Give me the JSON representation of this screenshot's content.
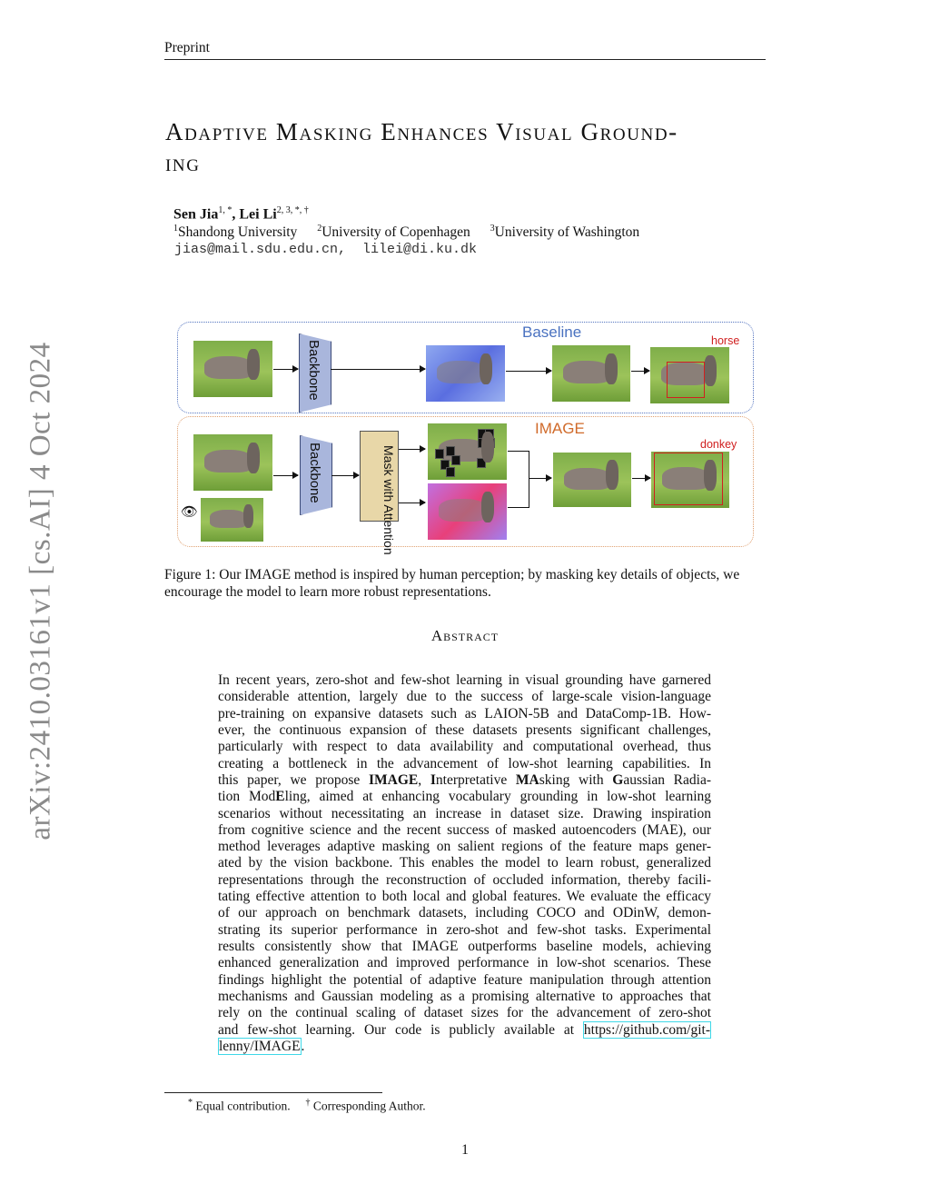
{
  "header": "Preprint",
  "arxiv_id": "arXiv:2410.03161v1  [cs.AI]  4 Oct 2024",
  "title": {
    "line1": "Adaptive Masking Enhances Visual Ground-",
    "line2": "ing"
  },
  "authors": [
    {
      "name": "Sen Jia",
      "sup": "1, *"
    },
    {
      "name": "Lei Li",
      "sup": "2, 3, *, †"
    }
  ],
  "affiliations": [
    {
      "sup": "1",
      "name": "Shandong University"
    },
    {
      "sup": "2",
      "name": "University of Copenhagen"
    },
    {
      "sup": "3",
      "name": "University of Washington"
    }
  ],
  "emails": "jias@mail.sdu.edu.cn,  lilei@di.ku.dk",
  "figure": {
    "baseline_label": "Baseline",
    "image_label": "IMAGE",
    "backbone": "Backbone",
    "mask_attention": "Mask with Attention",
    "pred_baseline": "horse",
    "pred_image": "donkey",
    "eye_icon": "👁",
    "colors": {
      "baseline": "#4a72c0",
      "image": "#d06a2a",
      "pred": "#d02020"
    }
  },
  "caption": "Figure 1: Our IMAGE method is inspired by human perception; by masking key details of objects, we encourage the model to learn more robust representations.",
  "abstract_heading": "Abstract",
  "abstract_lines": [
    [
      {
        "t": "In recent years, zero-shot and few-shot learning in visual grounding have garnered"
      }
    ],
    [
      {
        "t": "considerable attention, largely due to the success of large-scale vision-language"
      }
    ],
    [
      {
        "t": "pre-training on expansive datasets such as LAION-5B and DataComp-1B. How-"
      }
    ],
    [
      {
        "t": "ever, the continuous expansion of these datasets presents significant challenges,"
      }
    ],
    [
      {
        "t": "particularly with respect to data availability and computational overhead, thus"
      }
    ],
    [
      {
        "t": "creating a bottleneck in the advancement of low-shot learning capabilities.  In"
      }
    ],
    [
      {
        "t": "this paper, we propose "
      },
      {
        "t": "IMAGE",
        "b": true
      },
      {
        "t": ", "
      },
      {
        "t": "I",
        "b": true
      },
      {
        "t": "nterpretative "
      },
      {
        "t": "MA",
        "b": true
      },
      {
        "t": "sking with "
      },
      {
        "t": "G",
        "b": true
      },
      {
        "t": "aussian Radia-"
      }
    ],
    [
      {
        "t": "tion Mod"
      },
      {
        "t": "E",
        "b": true
      },
      {
        "t": "ling, aimed at enhancing vocabulary grounding in low-shot learning"
      }
    ],
    [
      {
        "t": "scenarios without necessitating an increase in dataset size.  Drawing inspiration"
      }
    ],
    [
      {
        "t": "from cognitive science and the recent success of masked autoencoders (MAE), our"
      }
    ],
    [
      {
        "t": "method leverages adaptive masking on salient regions of the feature maps gener-"
      }
    ],
    [
      {
        "t": "ated by the vision backbone. This enables the model to learn robust, generalized"
      }
    ],
    [
      {
        "t": "representations through the reconstruction of occluded information, thereby facili-"
      }
    ],
    [
      {
        "t": "tating effective attention to both local and global features. We evaluate the efficacy"
      }
    ],
    [
      {
        "t": "of our approach on benchmark datasets, including COCO and ODinW, demon-"
      }
    ],
    [
      {
        "t": "strating its superior performance in zero-shot and few-shot tasks.  Experimental"
      }
    ],
    [
      {
        "t": "results consistently show that IMAGE outperforms baseline models, achieving"
      }
    ],
    [
      {
        "t": "enhanced generalization and improved performance in low-shot scenarios. These"
      }
    ],
    [
      {
        "t": "findings highlight the potential of adaptive feature manipulation through attention"
      }
    ],
    [
      {
        "t": "mechanisms and Gaussian modeling as a promising alternative to approaches that"
      }
    ],
    [
      {
        "t": "rely on the continual scaling of dataset sizes for the advancement of zero-shot"
      }
    ],
    [
      {
        "t": "and few-shot learning.  Our code is publicly available at "
      },
      {
        "t": "https://github.com/git-",
        "link": true
      }
    ],
    [
      {
        "t": "lenny/IMAGE",
        "link": true
      },
      {
        "t": "."
      }
    ]
  ],
  "footnote": {
    "equal": "Equal contribution.",
    "corresponding": "Corresponding Author.",
    "sym1": "*",
    "sym2": "†"
  },
  "page_number": "1"
}
